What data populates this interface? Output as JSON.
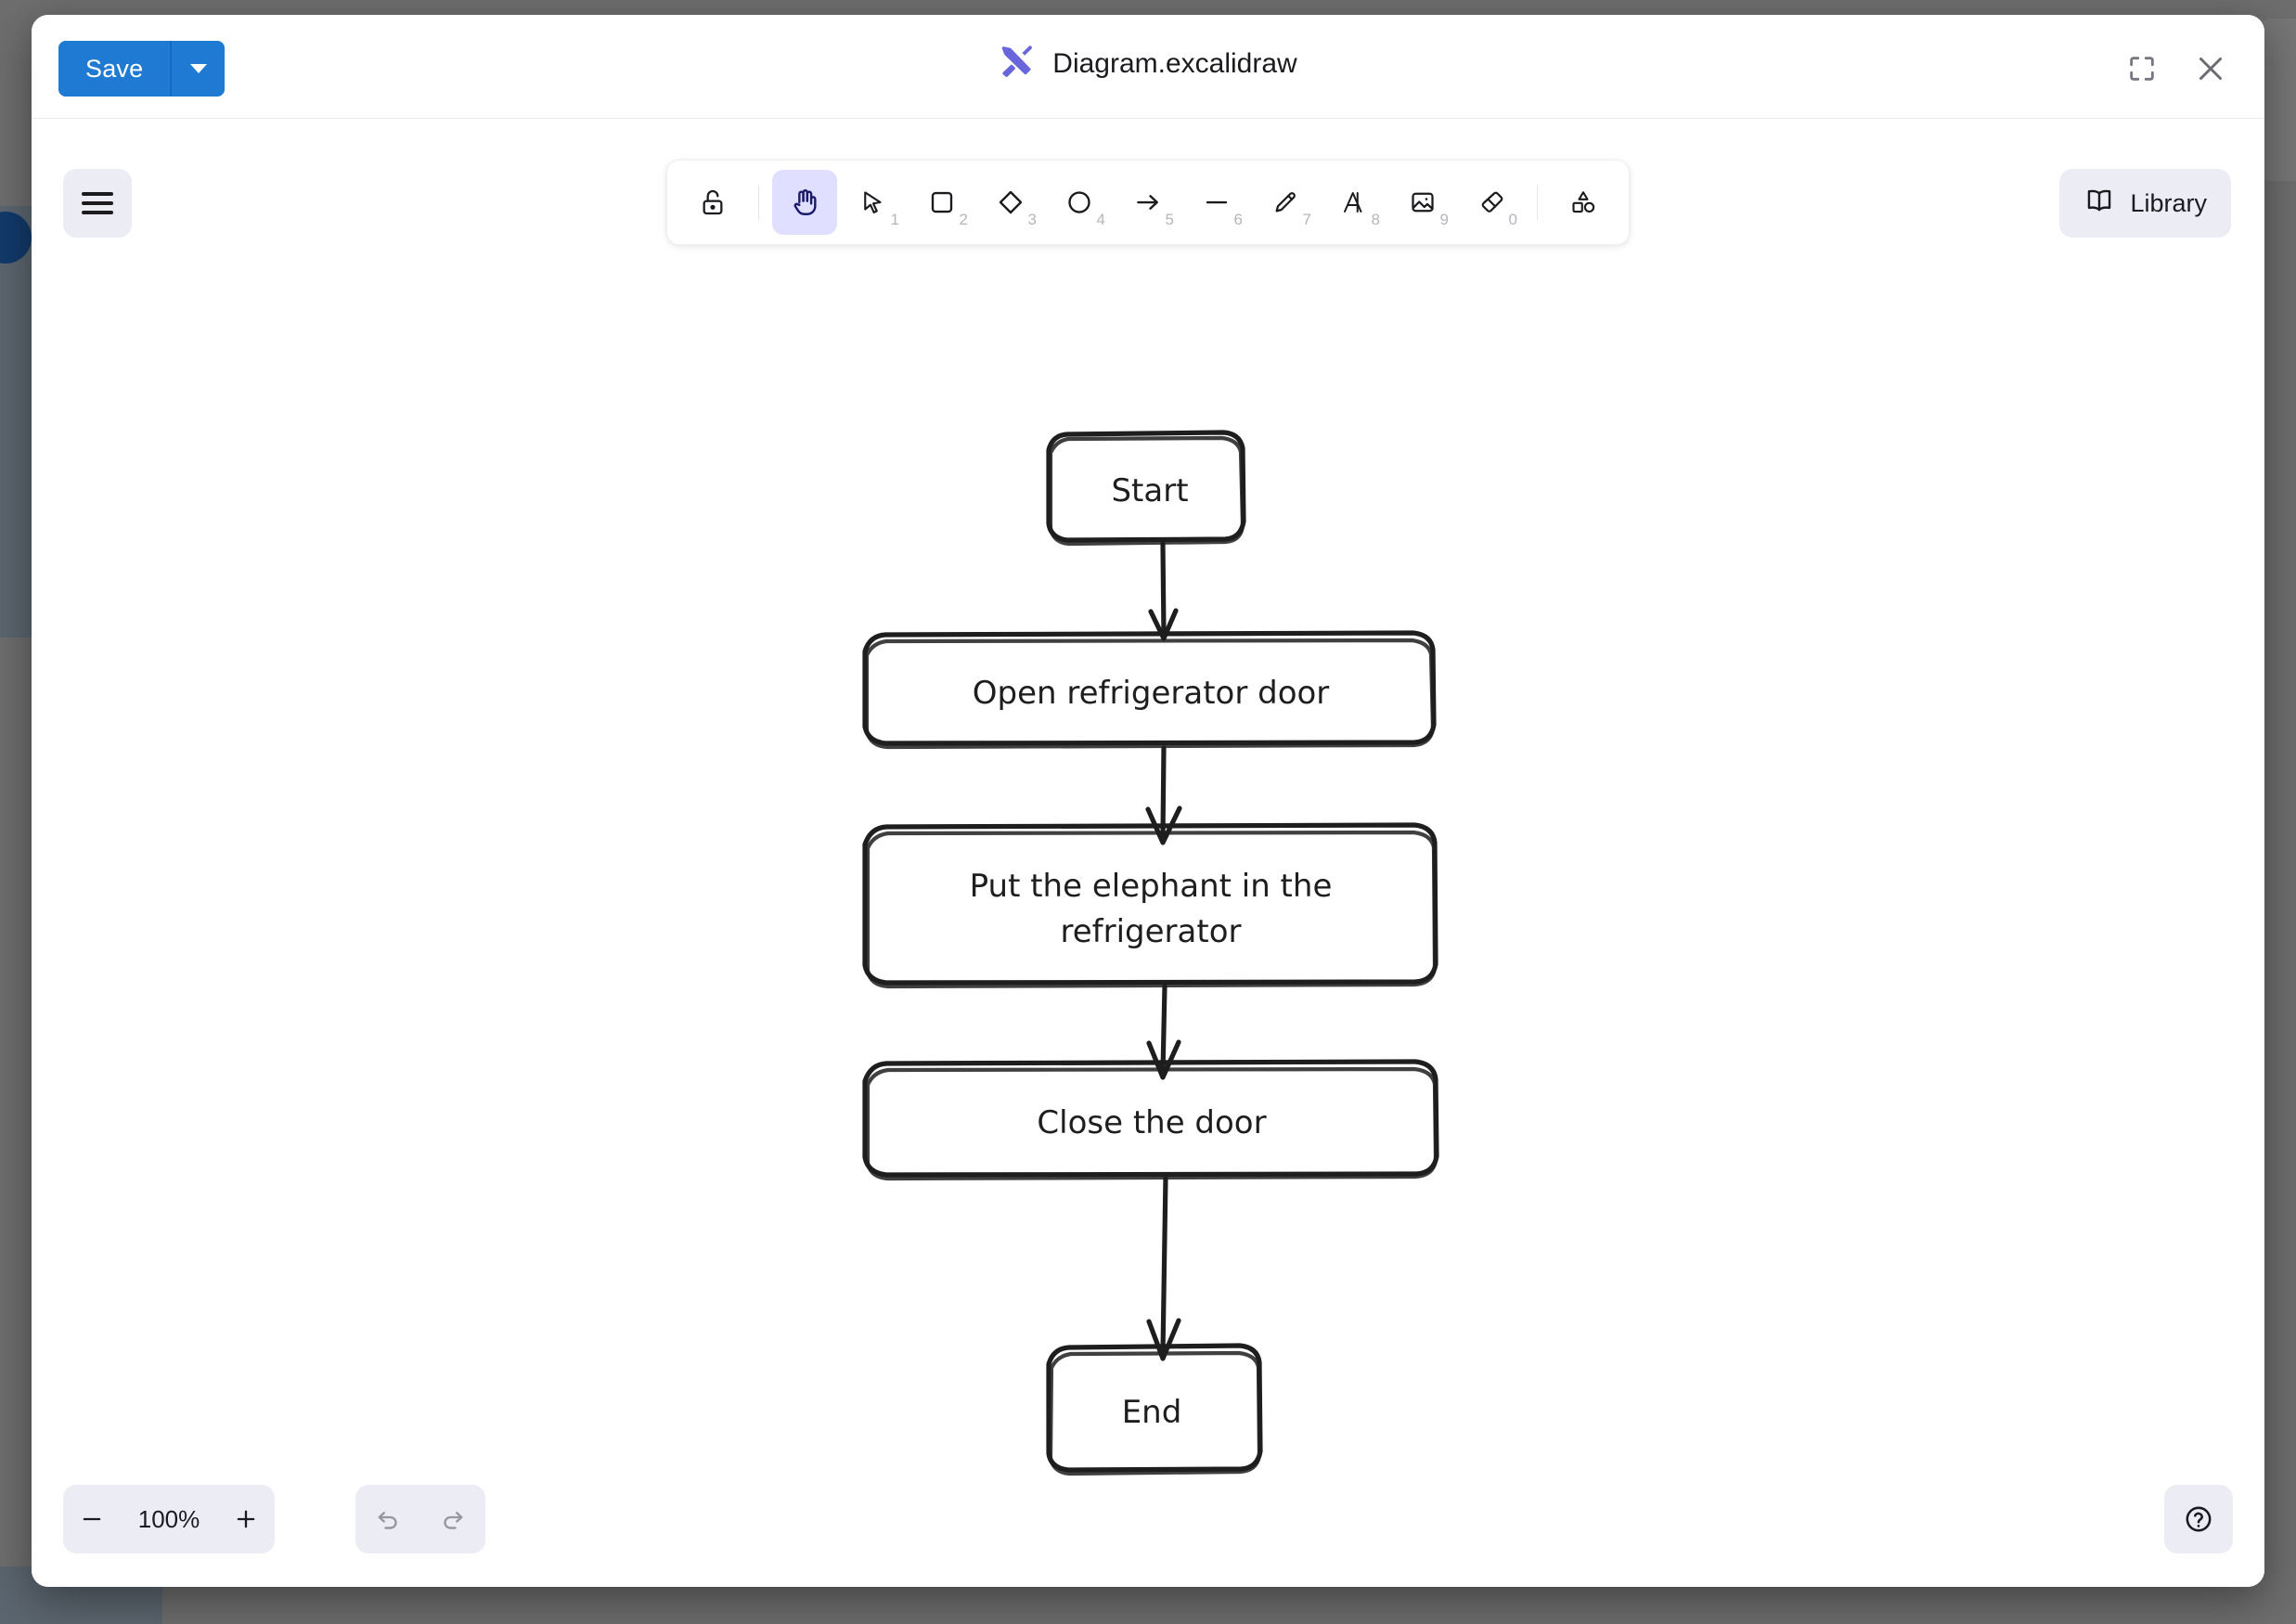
{
  "window": {
    "title": "Diagram.excalidraw",
    "logo_icon": "excalidraw-logo-icon",
    "fullscreen_icon": "fullscreen-icon",
    "close_icon": "close-icon"
  },
  "toolbar_top": {
    "save_label": "Save",
    "save_caret_icon": "chevron-down-icon",
    "menu_icon": "hamburger-menu-icon",
    "library_label": "Library",
    "library_icon": "book-icon"
  },
  "tools": {
    "lock": {
      "name": "lock-tool",
      "icon": "unlocked-padlock-icon",
      "shortcut": "",
      "active": false
    },
    "items": [
      {
        "name": "hand-tool",
        "icon": "hand-icon",
        "shortcut": "",
        "active": true
      },
      {
        "name": "selection-tool",
        "icon": "cursor-arrow-icon",
        "shortcut": "1",
        "active": false
      },
      {
        "name": "rectangle-tool",
        "icon": "rectangle-icon",
        "shortcut": "2",
        "active": false
      },
      {
        "name": "diamond-tool",
        "icon": "diamond-icon",
        "shortcut": "3",
        "active": false
      },
      {
        "name": "ellipse-tool",
        "icon": "ellipse-icon",
        "shortcut": "4",
        "active": false
      },
      {
        "name": "arrow-tool",
        "icon": "arrow-right-icon",
        "shortcut": "5",
        "active": false
      },
      {
        "name": "line-tool",
        "icon": "line-icon",
        "shortcut": "6",
        "active": false
      },
      {
        "name": "draw-tool",
        "icon": "pencil-icon",
        "shortcut": "7",
        "active": false
      },
      {
        "name": "text-tool",
        "icon": "text-a-icon",
        "shortcut": "8",
        "active": false
      },
      {
        "name": "image-tool",
        "icon": "image-icon",
        "shortcut": "9",
        "active": false
      },
      {
        "name": "eraser-tool",
        "icon": "eraser-icon",
        "shortcut": "0",
        "active": false
      }
    ],
    "shapes": {
      "name": "more-shapes-tool",
      "icon": "shapes-icon",
      "shortcut": "",
      "active": false
    }
  },
  "footer": {
    "zoom_out_icon": "minus-icon",
    "zoom_level": "100%",
    "zoom_in_icon": "plus-icon",
    "undo_icon": "undo-arrow-icon",
    "redo_icon": "redo-arrow-icon",
    "help_icon": "help-circle-icon"
  },
  "colors": {
    "accent_blue": "#1f7ad4",
    "brand_purple": "#6965db",
    "active_tool_bg": "#e0dfff",
    "island_bg": "#ececf4",
    "stroke": "#1e1e1e",
    "backdrop": "#6e6e6e"
  },
  "diagram": {
    "type": "flowchart",
    "style": "hand-drawn",
    "nodes": [
      {
        "id": "start",
        "label": "Start",
        "shape": "rounded-rectangle"
      },
      {
        "id": "open",
        "label": "Open refrigerator door",
        "shape": "rounded-rectangle"
      },
      {
        "id": "put",
        "label": "Put the elephant in the refrigerator",
        "shape": "rounded-rectangle",
        "lines": [
          "Put the elephant in the",
          "refrigerator"
        ]
      },
      {
        "id": "close",
        "label": "Close the door",
        "shape": "rounded-rectangle"
      },
      {
        "id": "end",
        "label": "End",
        "shape": "rounded-rectangle"
      }
    ],
    "edges": [
      {
        "from": "start",
        "to": "open",
        "type": "arrow"
      },
      {
        "from": "open",
        "to": "put",
        "type": "arrow"
      },
      {
        "from": "put",
        "to": "close",
        "type": "arrow"
      },
      {
        "from": "close",
        "to": "end",
        "type": "arrow"
      }
    ]
  }
}
